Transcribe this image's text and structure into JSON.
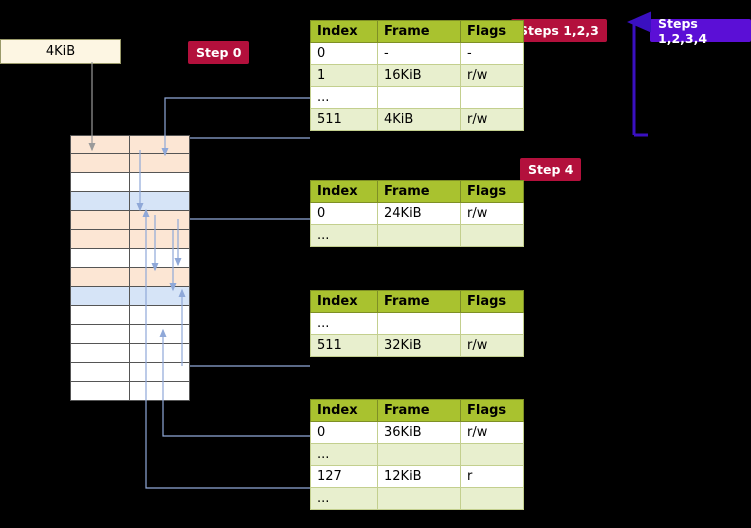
{
  "labels": {
    "kib_box": "4KiB",
    "step0": "Step 0",
    "steps123": "Steps 1,2,3",
    "steps1234": "Steps 1,2,3,4",
    "step4": "Step 4"
  },
  "colors": {
    "step_red": "#b3103c",
    "step_purple": "#5b0fd6",
    "table_header": "#a9c22f",
    "table_alt_row": "#e8efce",
    "box_fill": "#fdf6e3",
    "mem_orange": "#fce6d4",
    "mem_blue": "#d6e4f7",
    "arrow_blue": "#3a4a8a",
    "arrow_purple": "#3a10c0"
  },
  "tables": [
    {
      "name": "page-table-level-1",
      "headers": [
        "Index",
        "Frame",
        "Flags"
      ],
      "rows": [
        [
          "0",
          "-",
          "-"
        ],
        [
          "1",
          "16KiB",
          "r/w"
        ],
        [
          "...",
          "",
          ""
        ],
        [
          "511",
          "4KiB",
          "r/w"
        ]
      ]
    },
    {
      "name": "page-table-level-2",
      "headers": [
        "Index",
        "Frame",
        "Flags"
      ],
      "rows": [
        [
          "0",
          "24KiB",
          "r/w"
        ],
        [
          "...",
          "",
          ""
        ]
      ]
    },
    {
      "name": "page-table-level-3",
      "headers": [
        "Index",
        "Frame",
        "Flags"
      ],
      "rows": [
        [
          "...",
          "",
          ""
        ],
        [
          "511",
          "32KiB",
          "r/w"
        ]
      ]
    },
    {
      "name": "page-table-level-4",
      "headers": [
        "Index",
        "Frame",
        "Flags"
      ],
      "rows": [
        [
          "0",
          "36KiB",
          "r/w"
        ],
        [
          "...",
          "",
          ""
        ],
        [
          "127",
          "12KiB",
          "r"
        ],
        [
          "...",
          "",
          ""
        ]
      ]
    }
  ],
  "memory_rows": [
    {
      "left": "#fce6d4",
      "right": "#fce6d4"
    },
    {
      "left": "#fce6d4",
      "right": "#fce6d4"
    },
    {
      "left": "#ffffff",
      "right": "#ffffff"
    },
    {
      "left": "#d6e4f7",
      "right": "#d6e4f7"
    },
    {
      "left": "#fce6d4",
      "right": "#fce6d4"
    },
    {
      "left": "#fce6d4",
      "right": "#fce6d4"
    },
    {
      "left": "#ffffff",
      "right": "#ffffff"
    },
    {
      "left": "#fce6d4",
      "right": "#fce6d4"
    },
    {
      "left": "#d6e4f7",
      "right": "#d6e4f7"
    },
    {
      "left": "#ffffff",
      "right": "#ffffff"
    },
    {
      "left": "#ffffff",
      "right": "#ffffff"
    },
    {
      "left": "#ffffff",
      "right": "#ffffff"
    },
    {
      "left": "#ffffff",
      "right": "#ffffff"
    },
    {
      "left": "#ffffff",
      "right": "#ffffff"
    }
  ]
}
